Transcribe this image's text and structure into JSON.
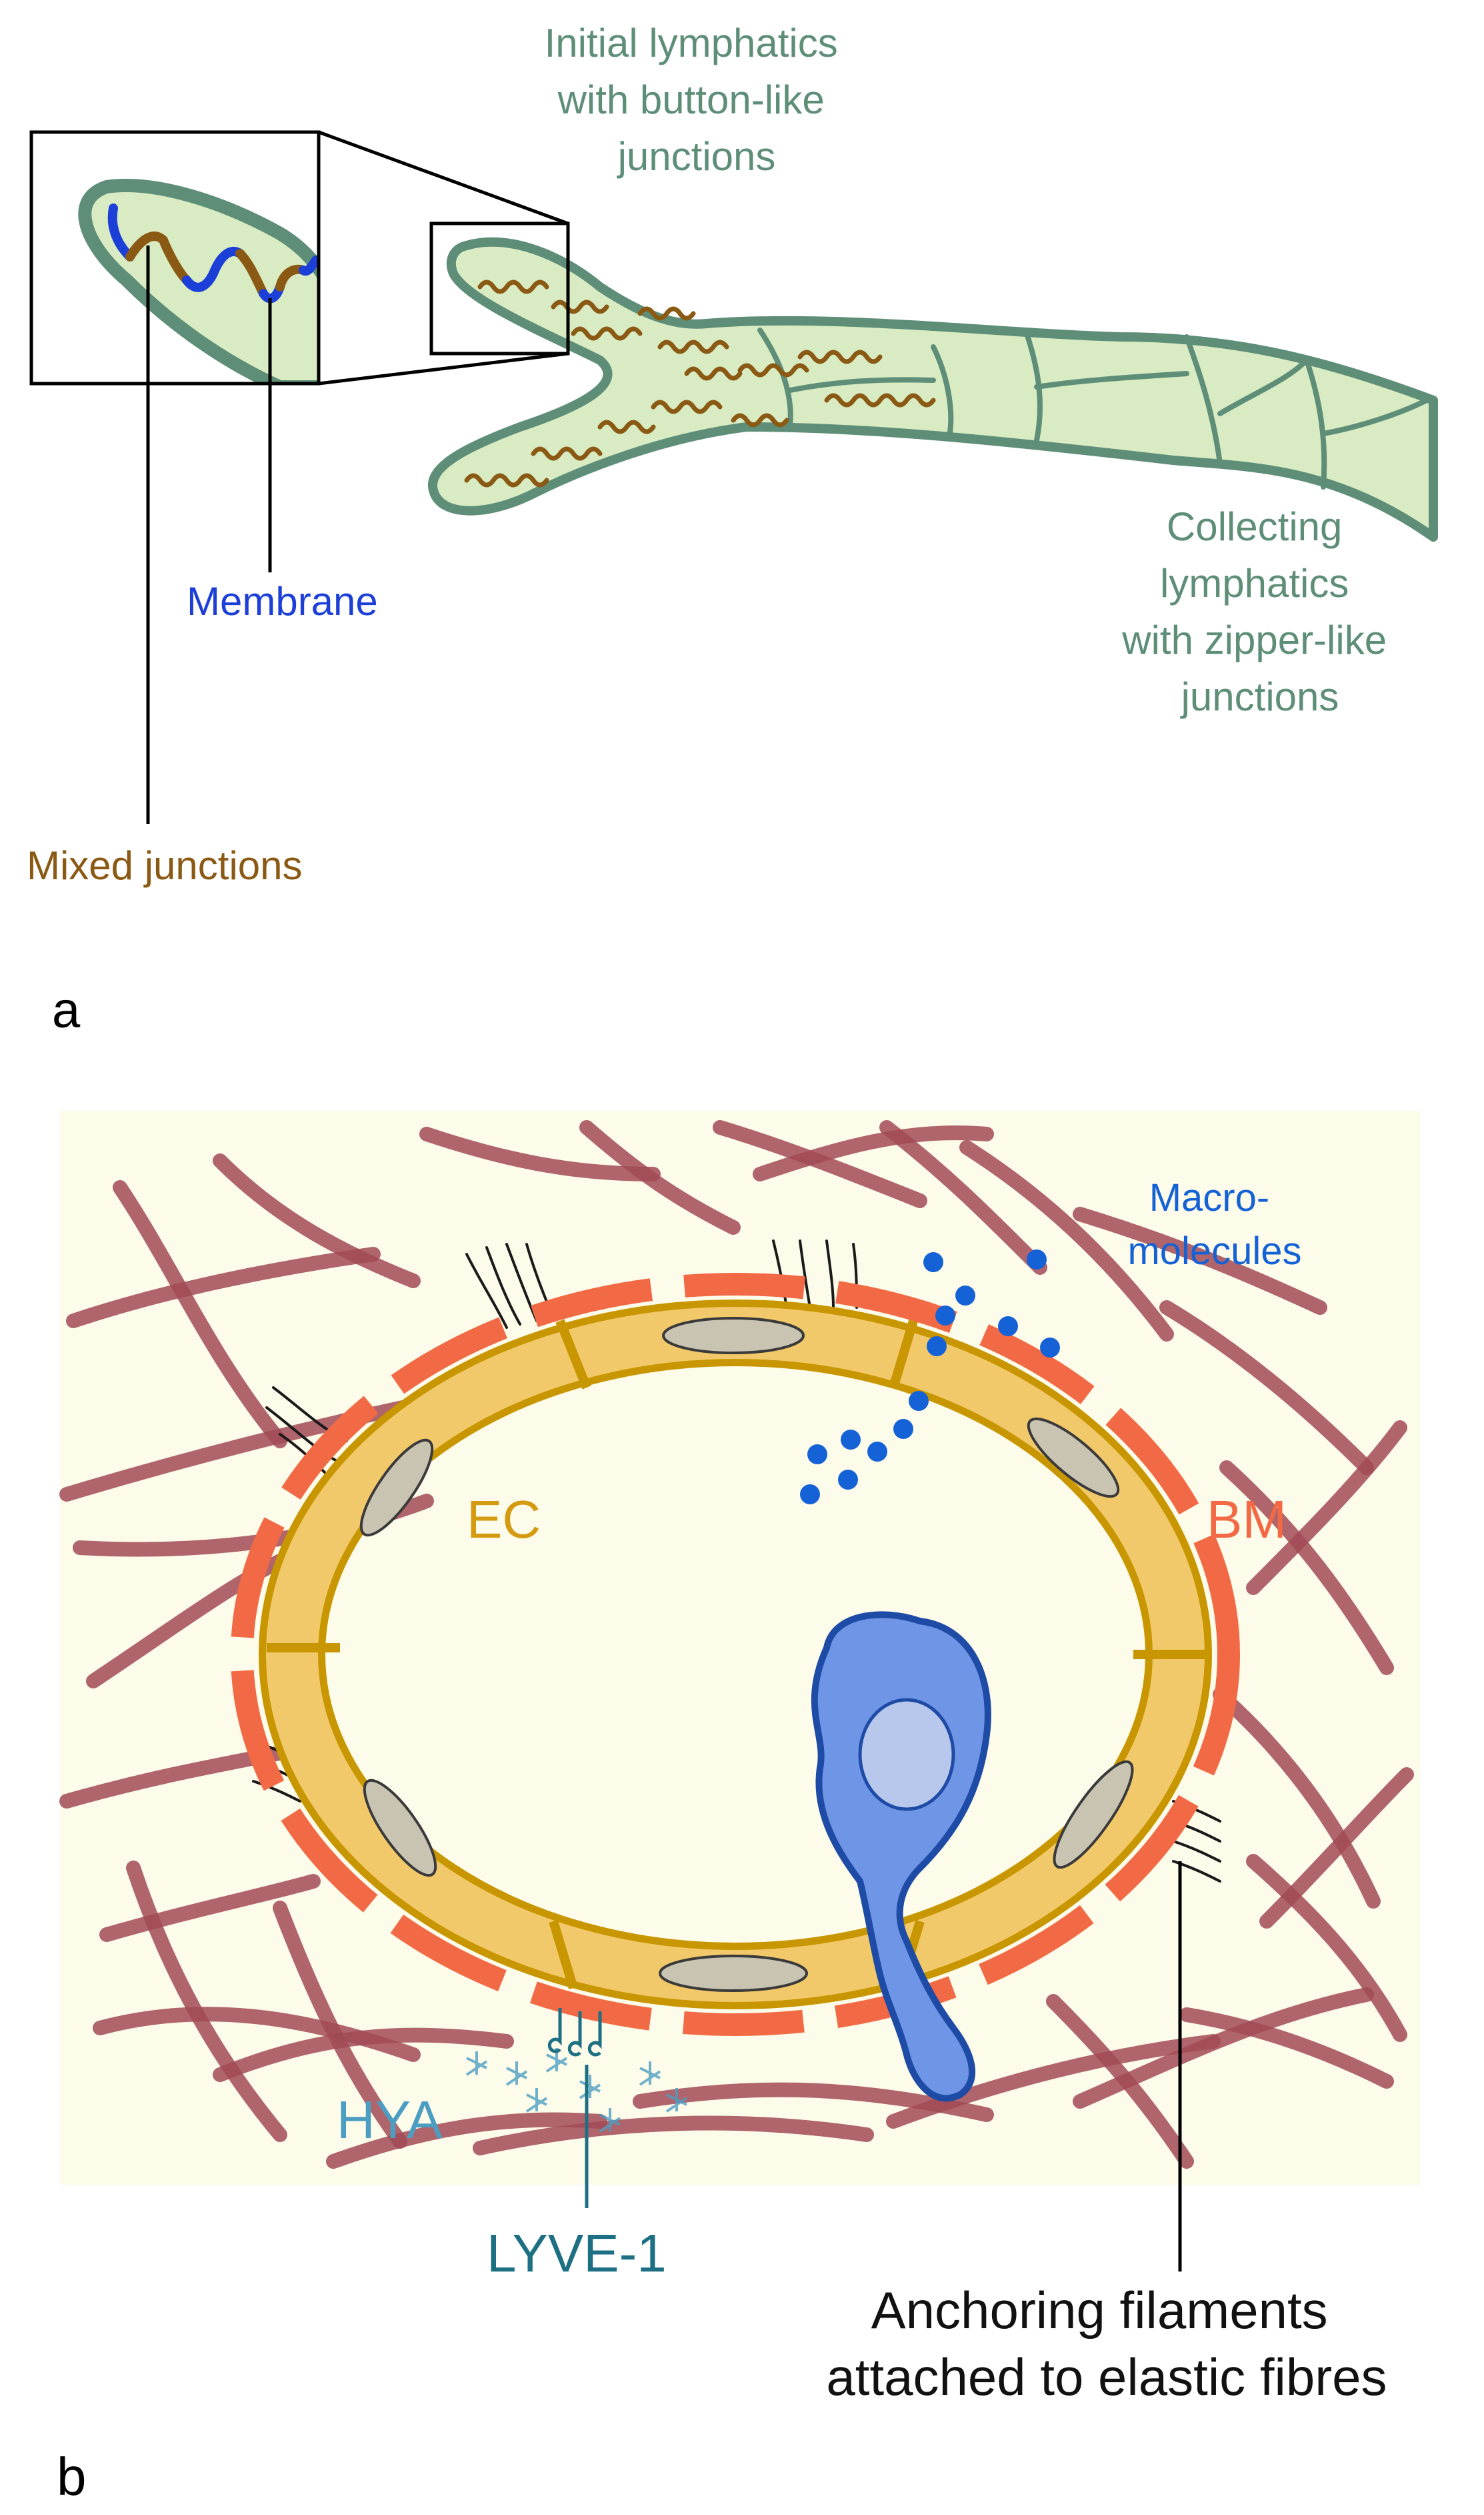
{
  "panel_a": {
    "panel_label": "a",
    "initial_label": [
      "Initial lymphatics",
      "with button-like",
      "junctions"
    ],
    "collecting_label": [
      "Collecting",
      "lymphatics",
      "with zipper-like",
      "junctions"
    ],
    "membrane_label": "Membrane",
    "mixed_label": "Mixed junctions"
  },
  "panel_b": {
    "panel_label": "b",
    "macro_label": [
      "Macro-",
      "molecules"
    ],
    "ec_label": "EC",
    "bm_label": "BM",
    "hya_label": "HYA",
    "lyve_label": "LYVE-1",
    "anchoring_label": [
      "Anchoring filaments",
      "attached to elastic fibres"
    ]
  },
  "colors": {
    "lymph_fill": "#d8ebc2",
    "lymph_stroke": "#5e8e78",
    "label_green": "#5e8e78",
    "junction_brown": "#8a5a14",
    "membrane_blue": "#1c3fd8",
    "bg_b": "#fdfbe9",
    "fibre": "#a14a55",
    "bm_orange": "#f26a45",
    "ec_fill": "#f2c96a",
    "ec_stroke": "#c89600",
    "cell_blue": "#6f95e6",
    "cell_stroke": "#1e4ba6",
    "dot_blue": "#1462d6",
    "lyve_teal": "#1d6f84",
    "hya_teal": "#4b9ec2"
  }
}
